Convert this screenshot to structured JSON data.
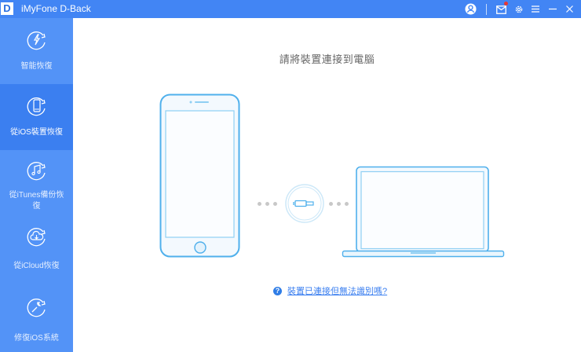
{
  "window": {
    "title": "iMyFone D-Back",
    "logo_letter": "D",
    "controls": {
      "account": "account-icon",
      "mail": "mail-icon",
      "settings": "gear-icon",
      "menu": "menu-icon",
      "minimize": "minimize-icon",
      "close": "close-icon"
    },
    "mail_badge_color": "#e53935"
  },
  "sidebar": {
    "items": [
      {
        "label": "智能恢復",
        "icon": "smart-recovery-icon",
        "active": false
      },
      {
        "label": "從iOS裝置恢復",
        "icon": "ios-device-icon",
        "active": true
      },
      {
        "label": "從iTunes備份恢復",
        "icon": "itunes-icon",
        "active": false
      },
      {
        "label": "從iCloud恢復",
        "icon": "icloud-icon",
        "active": false
      },
      {
        "label": "修復iOS系統",
        "icon": "repair-icon",
        "active": false
      }
    ]
  },
  "main": {
    "prompt": "請將裝置連接到電腦",
    "help_link": "裝置已連接但無法識別嗎?",
    "help_icon": "?"
  },
  "colors": {
    "titlebar": "#4285f4",
    "sidebar": "#5393f7",
    "sidebar_active": "#3b7ff0",
    "device_outline": "#5bb8ef"
  }
}
